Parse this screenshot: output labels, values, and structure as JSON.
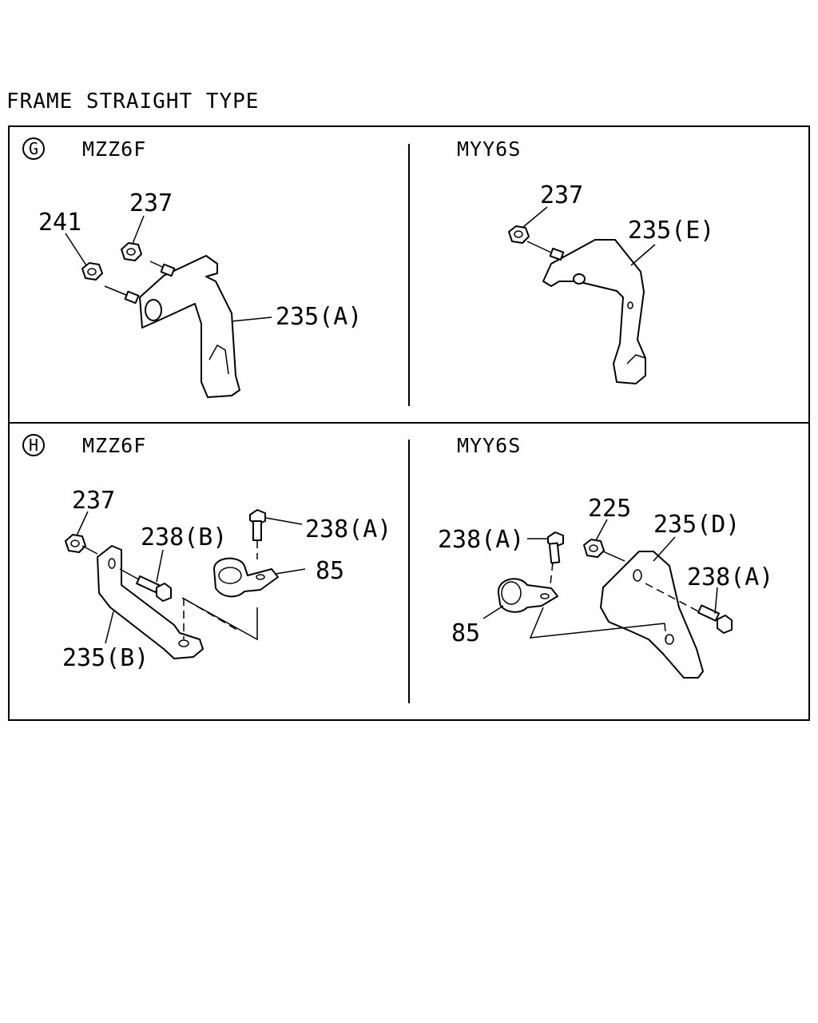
{
  "title": "FRAME STRAIGHT TYPE",
  "panels": {
    "g_left": {
      "marker": "G",
      "model": "MZZ6F",
      "labels": [
        "241",
        "237",
        "235(A)"
      ]
    },
    "g_right": {
      "model": "MYY6S",
      "labels": [
        "237",
        "235(E)"
      ]
    },
    "h_left": {
      "marker": "H",
      "model": "MZZ6F",
      "labels": [
        "237",
        "238(B)",
        "238(A)",
        "85",
        "235(B)"
      ]
    },
    "h_right": {
      "model": "MYY6S",
      "labels": [
        "225",
        "235(D)",
        "238(A)",
        "238(A)",
        "85"
      ]
    }
  }
}
